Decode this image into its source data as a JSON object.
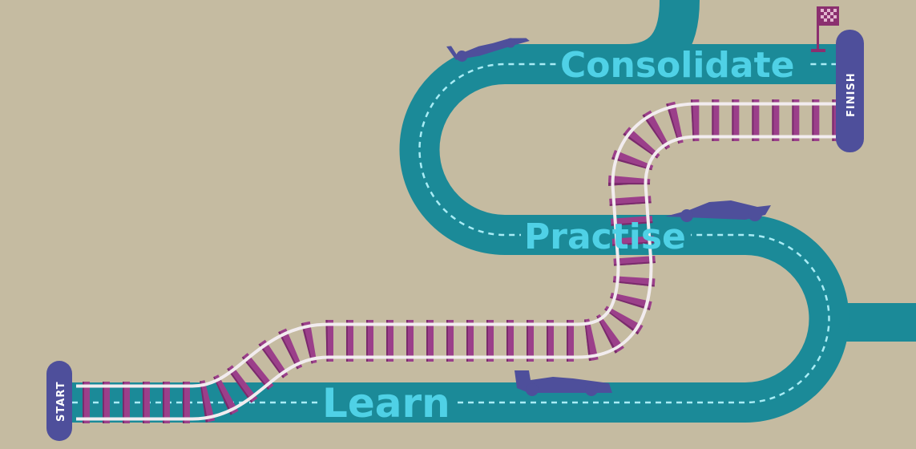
{
  "stages": {
    "learn": "Learn",
    "practise": "Practise",
    "consolidate": "Consolidate"
  },
  "markers": {
    "start": "START",
    "finish": "FINISH"
  },
  "colors": {
    "background": "#c5bba1",
    "road": "#1b8a98",
    "label": "#4fd1e6",
    "rail_tie": "#9b3f8a",
    "pill": "#4e4f9b",
    "flag": "#8b2f6f"
  }
}
